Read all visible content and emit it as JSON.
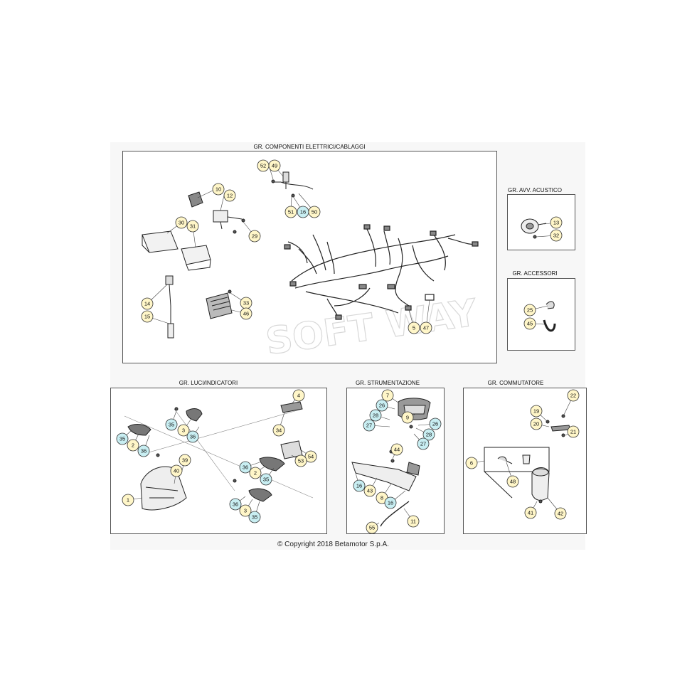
{
  "groups": {
    "elettrici": "GR. COMPONENTI ELETTRICI/CABLAGGI",
    "acustico": "GR. AVV. ACUSTICO",
    "accessori": "GR. ACCESSORI",
    "luci": "GR. LUCI/INDICATORI",
    "strumentazione": "GR. STRUMENTAZIONE",
    "commutatore": "GR. COMMUTATORE"
  },
  "watermark": "SOFT WAY",
  "copyright": "© Copyright 2018 Betamotor S.p.A.",
  "colors": {
    "callout_main": "#fff6c8",
    "callout_accent": "#c8eef2",
    "panel_border": "#555555"
  },
  "callouts": {
    "c52": "52",
    "c49": "49",
    "c51": "51",
    "c16a": "16",
    "c50": "50",
    "c10": "10",
    "c12": "12",
    "c30": "30",
    "c31": "31",
    "c29": "29",
    "c14": "14",
    "c15": "15",
    "c33": "33",
    "c46": "46",
    "c5": "5",
    "c47": "47",
    "c13": "13",
    "c32": "32",
    "c25": "25",
    "c45": "45",
    "c4": "4",
    "c35a": "35",
    "c3a": "3",
    "c36a": "36",
    "c35b": "35",
    "c2a": "2",
    "c36b": "36",
    "c34": "34",
    "c54": "54",
    "c53": "53",
    "c39": "39",
    "c40": "40",
    "c36c": "36",
    "c2b": "2",
    "c35c": "35",
    "c1": "1",
    "c36d": "36",
    "c3b": "3",
    "c35d": "35",
    "c7": "7",
    "c26a": "26",
    "c28a": "28",
    "c27a": "27",
    "c9": "9",
    "c26b": "26",
    "c28b": "28",
    "c27b": "27",
    "c44": "44",
    "c16b": "16",
    "c43": "43",
    "c8": "8",
    "c16c": "16",
    "c11": "11",
    "c55": "55",
    "c22": "22",
    "c19": "19",
    "c20": "20",
    "c21": "21",
    "c6": "6",
    "c48": "48",
    "c41": "41",
    "c42": "42"
  }
}
